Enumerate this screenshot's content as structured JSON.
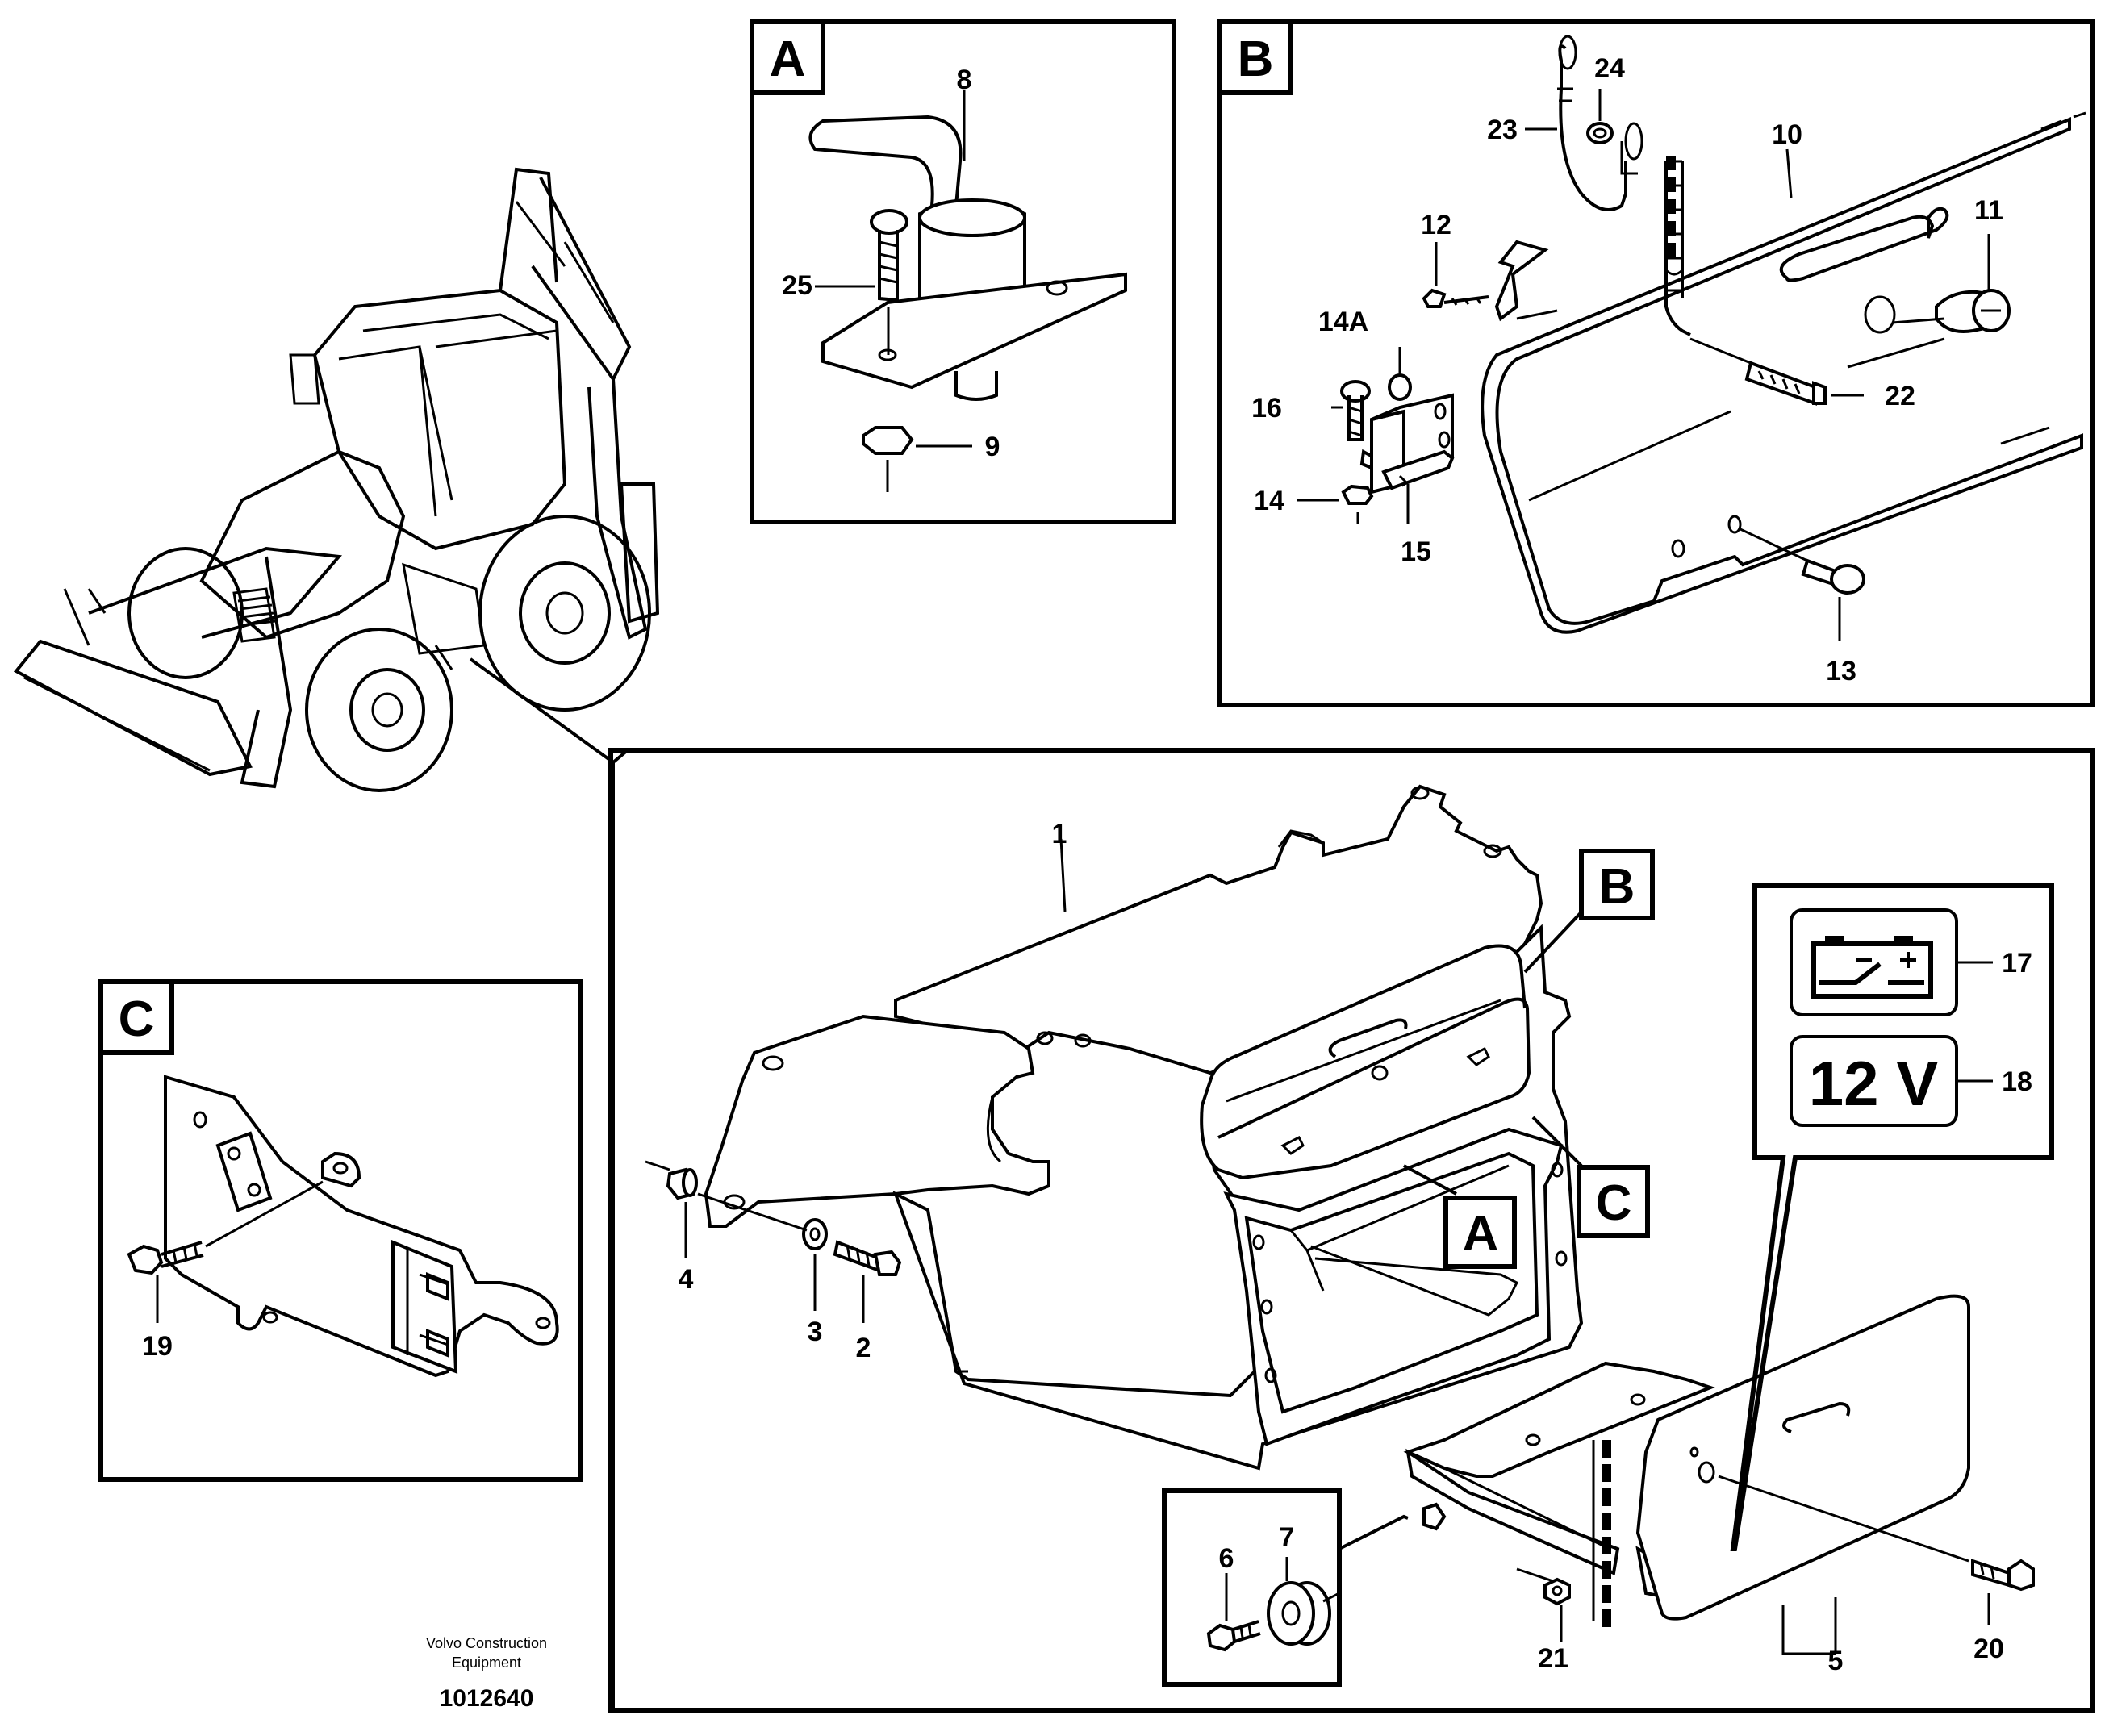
{
  "views": {
    "A": "A",
    "B": "B",
    "C": "C"
  },
  "callouts": {
    "main_B": "B",
    "main_A": "A",
    "main_C": "C"
  },
  "parts": {
    "p1": "1",
    "p2": "2",
    "p3": "3",
    "p4": "4",
    "p5": "5",
    "p6": "6",
    "p7": "7",
    "p8": "8",
    "p9": "9",
    "p10": "10",
    "p11": "11",
    "p12": "12",
    "p13": "13",
    "p14": "14",
    "p14A": "14A",
    "p15": "15",
    "p16": "16",
    "p17": "17",
    "p18": "18",
    "p19": "19",
    "p20": "20",
    "p21": "21",
    "p22": "22",
    "p23": "23",
    "p24": "24",
    "p25": "25"
  },
  "labels": {
    "voltage": "12 V",
    "battery_symbol": "battery-switch-icon"
  },
  "footer": {
    "brand_line1": "Volvo Construction",
    "brand_line2": "Equipment",
    "drawing_number": "1012640"
  }
}
